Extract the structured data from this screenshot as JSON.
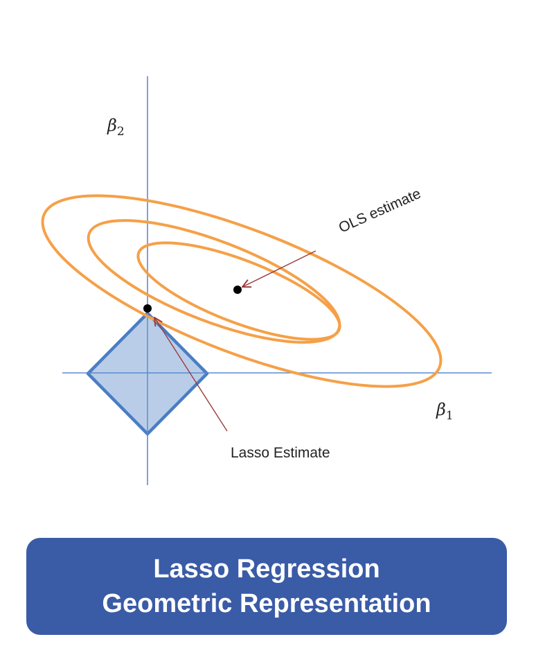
{
  "diagram": {
    "labels": {
      "beta2_symbol": "β",
      "beta2_subscript": "2",
      "beta1_symbol": "β",
      "beta1_subscript": "1",
      "ols_estimate": "OLS estimate",
      "lasso_estimate": "Lasso Estimate"
    },
    "colors": {
      "axis": "#5b8bd0",
      "ellipse": "#f5a048",
      "constraint_fill": "#b3c8e6",
      "constraint_stroke": "#4a7ec4",
      "arrow": "#9a3a3a",
      "point": "#000000"
    }
  },
  "caption": {
    "line1": "Lasso Regression",
    "line2": "Geometric Representation",
    "background": "#3a5ba6"
  }
}
